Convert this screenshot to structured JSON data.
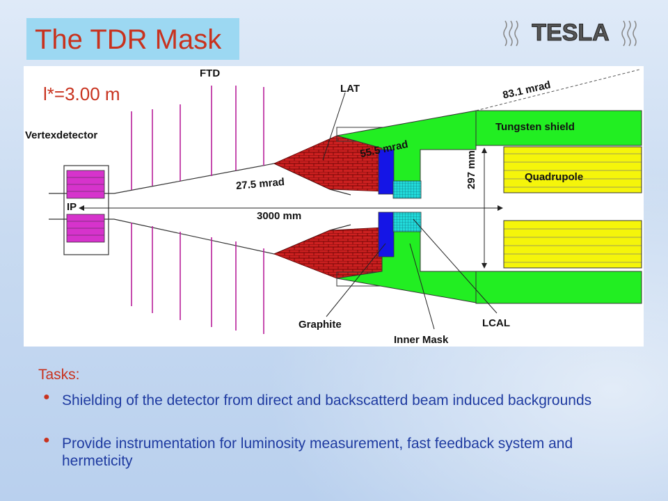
{
  "slide": {
    "title": "The TDR Mask",
    "logo_text": "TESLA",
    "lstar": "l*=3.00 m",
    "tasks_heading": "Tasks:",
    "bullets": [
      "Shielding of the detector from direct and backscatterd beam induced backgrounds",
      "Provide instrumentation for luminosity measurement, fast feedback system and hermeticity"
    ]
  },
  "diagram": {
    "labels": {
      "ftd": "FTD",
      "lat": "LAT",
      "vertex": "Vertexdetector",
      "ip": "IP",
      "mrad_83": "83.1 mrad",
      "mrad_55": "55.5 mrad",
      "mrad_27": "27.5 mrad",
      "tungsten": "Tungsten shield",
      "quadrupole": "Quadrupole",
      "mm_297": "297 mm",
      "mm_3000": "3000 mm",
      "graphite": "Graphite",
      "inner_mask": "Inner Mask",
      "lcal": "LCAL"
    },
    "colors": {
      "tungsten": "#22ee22",
      "quadrupole": "#f5f50a",
      "lat": "#cc2020",
      "inner_mask": "#1515e6",
      "lcal": "#22dada",
      "vertex": "#d633cc",
      "ftd_disks": "#b81f9a",
      "title_red": "#c8321e",
      "bullet_blue": "#1e3aa0"
    }
  }
}
